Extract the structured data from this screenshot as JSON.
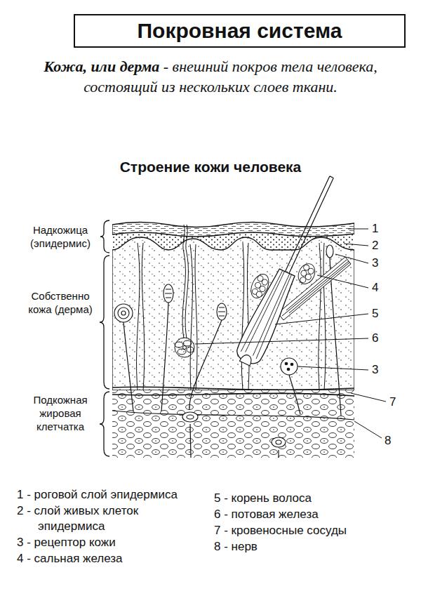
{
  "diagram": {
    "title": "Покровная система",
    "labels": [
      "Кожа, или дерма",
      "- внешний покров тела человека, состоящий из нескольких слоев ткани.",
      "Строение кожи человека",
      "Надкожица (эпидермис)",
      "Собственно кожа (дерма)",
      "Подкожная жировая клетчатка",
      "1",
      "2",
      "3",
      "4",
      "5",
      "6",
      "3",
      "7",
      "8",
      "1 - роговой слой эпидермиса",
      "2 - слой живых клеток эпидермиса",
      "3 - рецептор кожи",
      "4 - сальная железа",
      "5 - корень волоса",
      "6 - потовая железа",
      "7 - кровеносные сосуды",
      "8 - нерв"
    ]
  }
}
